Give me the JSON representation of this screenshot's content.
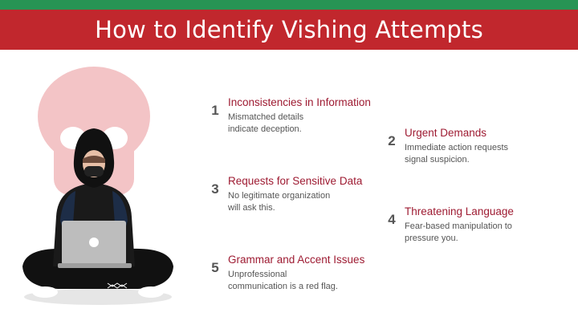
{
  "slide": {
    "title": "How to Identify Vishing Attempts"
  },
  "colors": {
    "top_bar": "#279454",
    "title_bar": "#c1272d",
    "heading_text": "#9e1b32",
    "number_text": "#555555",
    "skull": "#f3c4c6"
  },
  "illustration": {
    "icon": "hooded-hacker-with-laptop-and-skull-icon"
  },
  "items": [
    {
      "number": "1",
      "heading": "Inconsistencies in Information",
      "desc_line1": "Mismatched details",
      "desc_line2": "indicate deception."
    },
    {
      "number": "2",
      "heading": "Urgent Demands",
      "desc_line1": "Immediate action requests",
      "desc_line2": "signal suspicion."
    },
    {
      "number": "3",
      "heading": "Requests for Sensitive Data",
      "desc_line1": "No legitimate organization",
      "desc_line2": "will ask this."
    },
    {
      "number": "4",
      "heading": "Threatening Language",
      "desc_line1": "Fear-based manipulation to",
      "desc_line2": "pressure you."
    },
    {
      "number": "5",
      "heading": "Grammar and Accent Issues",
      "desc_line1": "Unprofessional",
      "desc_line2": "communication is a red flag."
    }
  ]
}
